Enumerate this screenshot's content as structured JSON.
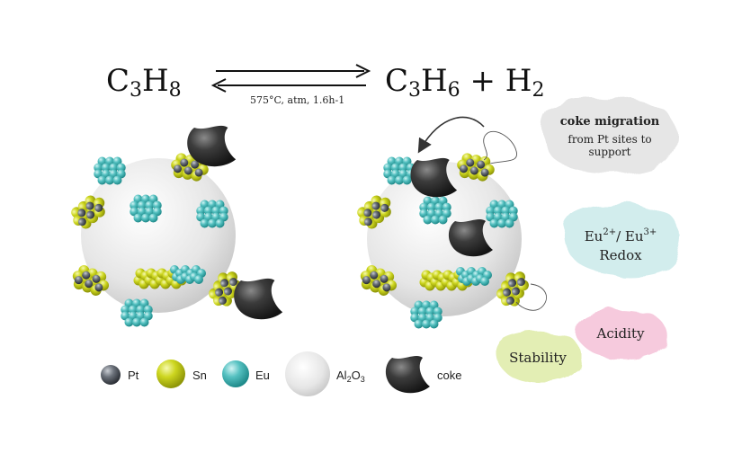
{
  "reaction": {
    "reactant": "C3H8",
    "products": "C3H6 + H2",
    "conditions": "575°C, atm, 1.6h-1"
  },
  "annotations": {
    "coke_migration_title": "coke migration",
    "coke_migration_l1": "from Pt sites to",
    "coke_migration_l2": "support",
    "redox_l1": "Eu2+/ Eu3+",
    "redox_l2": "Redox",
    "acidity": "Acidity",
    "stability": "Stability"
  },
  "legend": [
    {
      "label": "Pt",
      "color": "#555b63"
    },
    {
      "label": "Sn",
      "color": "#c9d219"
    },
    {
      "label": "Eu",
      "color": "#4fbcbc"
    },
    {
      "label": "Al2O3",
      "color": "#e2e2e2"
    },
    {
      "label": "coke",
      "color": "#3a3a3a"
    }
  ],
  "colors": {
    "pt": "#555b63",
    "sn": "#c9d219",
    "eu": "#4fbcbc",
    "support": "#e4e4e4",
    "coke": "#383838",
    "blob_grey": "#e8e8e8",
    "blob_cyan": "#d4eeee",
    "blob_pink": "#f7cde0",
    "blob_green": "#e4efb8"
  }
}
